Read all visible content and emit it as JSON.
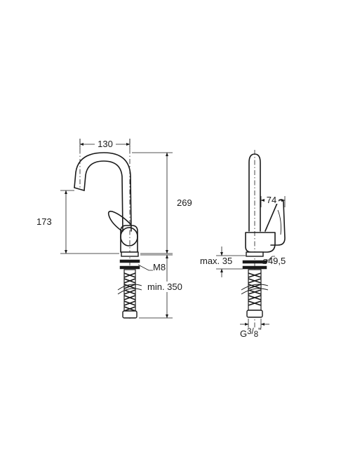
{
  "dimensions": {
    "spout_reach": "130",
    "total_height": "269",
    "spout_height": "173",
    "thread": "M8",
    "hose_length": "min. 350",
    "lever_length": "74",
    "max_deck": "max. 35",
    "base_diameter": "ø49,5",
    "connection": "G",
    "connection_fraction_num": "3",
    "connection_fraction_den": "8",
    "connection_inch": "\""
  }
}
